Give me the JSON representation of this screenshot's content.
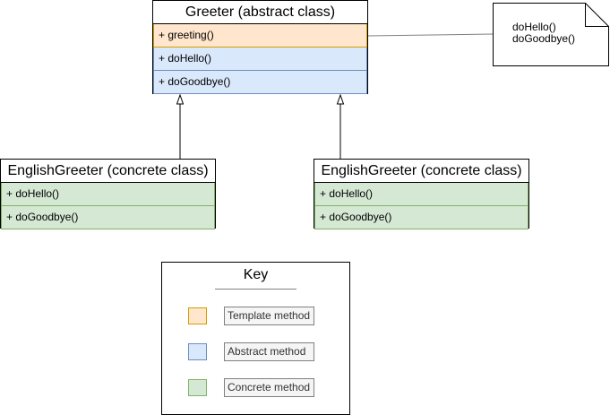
{
  "colors": {
    "template_fill": "#ffe6cc",
    "template_stroke": "#d79b00",
    "abstract_fill": "#dae8fc",
    "abstract_stroke": "#6c8ebf",
    "concrete_fill": "#d5e8d4",
    "concrete_stroke": "#82b366"
  },
  "abstract_class": {
    "title": "Greeter (abstract class)",
    "methods": [
      {
        "label": "+ greeting()",
        "kind": "template"
      },
      {
        "label": "+ doHello()",
        "kind": "abstract"
      },
      {
        "label": "+ doGoodbye()",
        "kind": "abstract"
      }
    ]
  },
  "concrete_classes": [
    {
      "title": "EnglishGreeter (concrete class)",
      "methods": [
        {
          "label": "+ doHello()",
          "kind": "concrete"
        },
        {
          "label": "+ doGoodbye()",
          "kind": "concrete"
        }
      ]
    },
    {
      "title": "EnglishGreeter (concrete class)",
      "methods": [
        {
          "label": "+ doHello()",
          "kind": "concrete"
        },
        {
          "label": "+ doGoodbye()",
          "kind": "concrete"
        }
      ]
    }
  ],
  "note": {
    "lines": [
      "doHello()",
      "doGoodbye()"
    ]
  },
  "key": {
    "title": "Key",
    "items": [
      {
        "label": "Template method",
        "kind": "template"
      },
      {
        "label": "Abstract method",
        "kind": "abstract"
      },
      {
        "label": "Concrete method",
        "kind": "concrete"
      }
    ]
  }
}
